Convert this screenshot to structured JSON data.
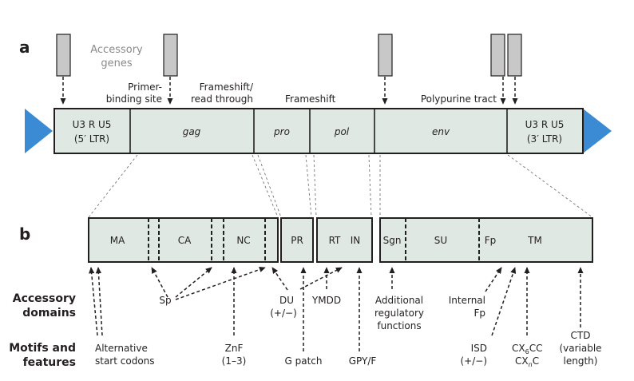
{
  "panels": {
    "a": "a",
    "b": "b"
  },
  "panel_a": {
    "accessory_label": [
      "Accessory",
      "genes"
    ],
    "annotations": {
      "primer": [
        "Primer-",
        "binding site"
      ],
      "frameshift_rt": [
        "Frameshift/",
        "read through"
      ],
      "frameshift": "Frameshift",
      "ppt": "Polypurine tract"
    },
    "segments": [
      {
        "line1": "U3 R U5",
        "line2": "(5′ LTR)"
      },
      {
        "line1": "gag"
      },
      {
        "line1": "pro"
      },
      {
        "line1": "pol"
      },
      {
        "line1": "env"
      },
      {
        "line1": "U3 R U5",
        "line2": "(3′ LTR)"
      }
    ],
    "colors": {
      "ltr_arrow": "#3b8ad4",
      "box_fill": "#dfe8e3",
      "accessory_fill": "#c8c8c8"
    }
  },
  "panel_b": {
    "gag_domains": [
      "MA",
      "CA",
      "NC"
    ],
    "pr": "PR",
    "pol_domains": [
      "RT",
      "IN"
    ],
    "env_domains": [
      "Sgn",
      "SU",
      "Fp",
      "TM"
    ]
  },
  "row_labels": {
    "accessory": [
      "Accessory",
      "domains"
    ],
    "motifs": [
      "Motifs and",
      "features"
    ]
  },
  "features": {
    "alt_start": [
      "Alternative",
      "start codons"
    ],
    "sp": "Sp",
    "znf": [
      "ZnF",
      "(1–3)"
    ],
    "du": [
      "DU",
      "(+/−)"
    ],
    "gpatch": "G patch",
    "ymdd": "YMDD",
    "gpyf": "GPY/F",
    "additional": [
      "Additional",
      "regulatory",
      "functions"
    ],
    "internal_fp": [
      "Internal",
      "Fp"
    ],
    "isd": [
      "ISD",
      "(+/−)"
    ],
    "cx_a": "CX",
    "cx_a_sub": "6",
    "cx_a_end": "CC",
    "cx_b": "CX",
    "cx_b_sub": "n",
    "cx_b_end": "C",
    "ctd": [
      "CTD",
      "(variable",
      "length)"
    ]
  }
}
